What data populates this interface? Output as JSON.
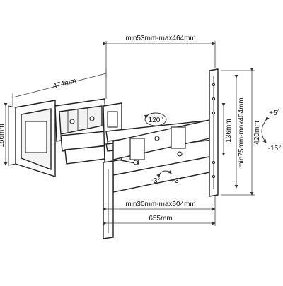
{
  "figure": {
    "dimensions": {
      "arm_extension": "min53mm-max464mm",
      "wall_plate_depth": "474mm",
      "wall_plate_height": "186mm",
      "vesa_horizontal": "min30mm-max604mm",
      "overall_width": "655mm",
      "vesa_vertical": "min75mm-max404mm",
      "bracket_height": "420mm",
      "center_offset": "136mm"
    },
    "angles": {
      "swivel": "120°",
      "tilt_up": "+5°",
      "tilt_down": "-15°",
      "level_left": "-3°",
      "level_right": "+3°"
    }
  }
}
